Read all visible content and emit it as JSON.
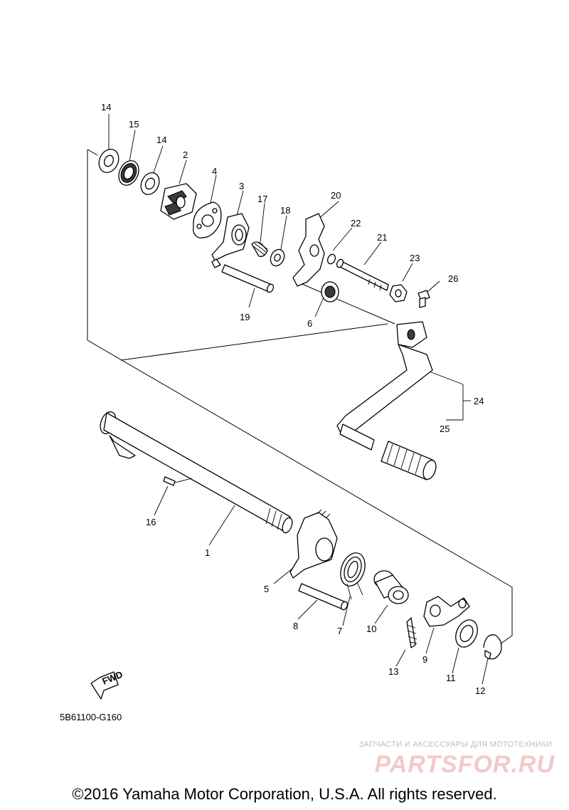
{
  "diagram": {
    "code": "5B61100-G160",
    "fwd_label": "FWD",
    "callouts": [
      "1",
      "2",
      "3",
      "4",
      "5",
      "6",
      "7",
      "8",
      "9",
      "10",
      "11",
      "12",
      "13",
      "14",
      "14",
      "15",
      "16",
      "17",
      "18",
      "19",
      "20",
      "21",
      "22",
      "23",
      "24",
      "25",
      "26"
    ]
  },
  "watermark": {
    "caption": "ЗАПЧАСТИ И АКСЕССУАРЫ ДЛЯ МОТОТЕХНИКИ",
    "logo": "PARTSFOR.RU"
  },
  "footer": {
    "copyright": "©2016 Yamaha Motor Corporation, U.S.A. All rights reserved."
  }
}
